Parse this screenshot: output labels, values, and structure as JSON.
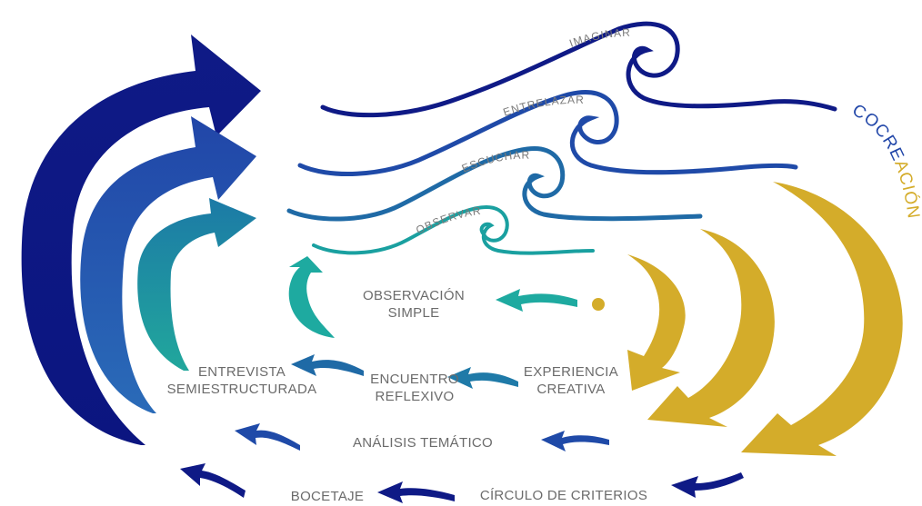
{
  "colors": {
    "navy": "#0f1a86",
    "royal": "#2146a8",
    "blue": "#1f5ba0",
    "teal": "#1a8e9a",
    "turquoise": "#1eaaa0",
    "gold": "#d4ac2a",
    "text": "#6b6b6b"
  },
  "waves": {
    "imaginar": "IMAGINAR",
    "entrelazar": "ENTRELAZAR",
    "escuchar": "ESCUCHAR",
    "observar": "OBSERVAR"
  },
  "cocreacion": {
    "part1": "COCRE",
    "part2": "ACIÓN"
  },
  "labels": {
    "observacion_1": "OBSERVACIÓN",
    "observacion_2": "SIMPLE",
    "experiencia_1": "EXPERIENCIA",
    "experiencia_2": "CREATIVA",
    "encuentro_1": "ENCUENTRO",
    "encuentro_2": "REFLEXIVO",
    "entrevista_1": "ENTREVISTA",
    "entrevista_2": "SEMIESTRUCTURADA",
    "analisis": "ANÁLISIS TEMÁTICO",
    "circulo": "CÍRCULO DE CRITERIOS",
    "bocetaje": "BOCETAJE"
  }
}
